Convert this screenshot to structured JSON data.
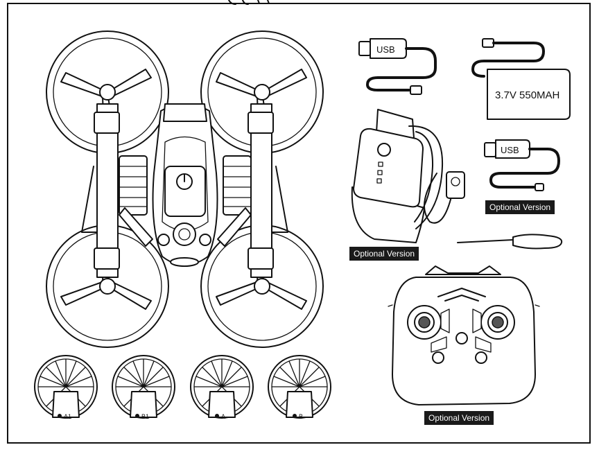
{
  "usb_cable_1": {
    "label": "USB"
  },
  "battery": {
    "label": "3.7V 550MAH"
  },
  "usb_cable_2": {
    "label": "USB"
  },
  "captions": {
    "watch": "Optional Version",
    "usb": "Optional Version",
    "controller": "Optional Version"
  },
  "blades": [
    {
      "label": "A1"
    },
    {
      "label": "B1"
    },
    {
      "label": "A"
    },
    {
      "label": "B"
    }
  ],
  "colors": {
    "line": "#111111",
    "caption_bg": "#1a1a1a",
    "caption_text": "#ffffff"
  }
}
